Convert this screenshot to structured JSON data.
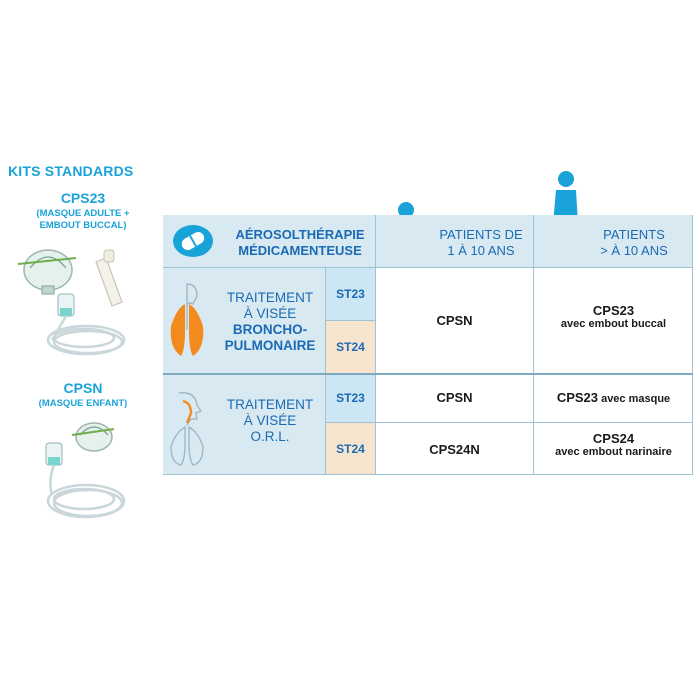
{
  "left": {
    "title": "KITS STANDARDS",
    "kit1": {
      "name": "CPS23",
      "sub1": "(MASQUE ADULTE +",
      "sub2": "EMBOUT BUCCAL)"
    },
    "kit2": {
      "name": "CPSN",
      "sub1": "(MASQUE ENFANT)"
    }
  },
  "table": {
    "header": {
      "title1": "AÉROSOLTHÉRAPIE",
      "title2": "MÉDICAMENTEUSE",
      "col1_line1": "PATIENTS DE",
      "col1_line2": "1 À 10 ANS",
      "col2_line1": "PATIENTS",
      "col2_line2": "> À 10 ANS"
    },
    "group1": {
      "line1": "TRAITEMENT",
      "line2": "À VISÉE",
      "line3": "BRONCHO-",
      "line4": "PULMONAIRE",
      "st_a": "ST23",
      "st_b": "ST24",
      "col1": "CPSN",
      "col2_main": "CPS23",
      "col2_small": "avec embout buccal"
    },
    "group2": {
      "line1": "TRAITEMENT",
      "line2": "À VISÉE",
      "line3": "O.R.L.",
      "st_a": "ST23",
      "st_b": "ST24",
      "row1_col1": "CPSN",
      "row1_col2_main": "CPS23",
      "row1_col2_small": " avec masque",
      "row2_col1": "CPS24N",
      "row2_col2_main": "CPS24",
      "row2_col2_small": "avec embout narinaire"
    }
  },
  "colors": {
    "accent": "#1aa3d9",
    "heading_blue": "#1a6bb3",
    "header_bg": "#d9e9f1",
    "lung_orange": "#f28a1e",
    "st23_bg": "#cde6f4",
    "st24_bg": "#f7e4cf"
  },
  "icons": [
    "pill-icon",
    "child-silhouette-icon",
    "adult-silhouette-icon",
    "lungs-icon",
    "face-profile-icon",
    "nebulizer-mask-icon",
    "mouthpiece-icon",
    "tube-coil-icon"
  ]
}
